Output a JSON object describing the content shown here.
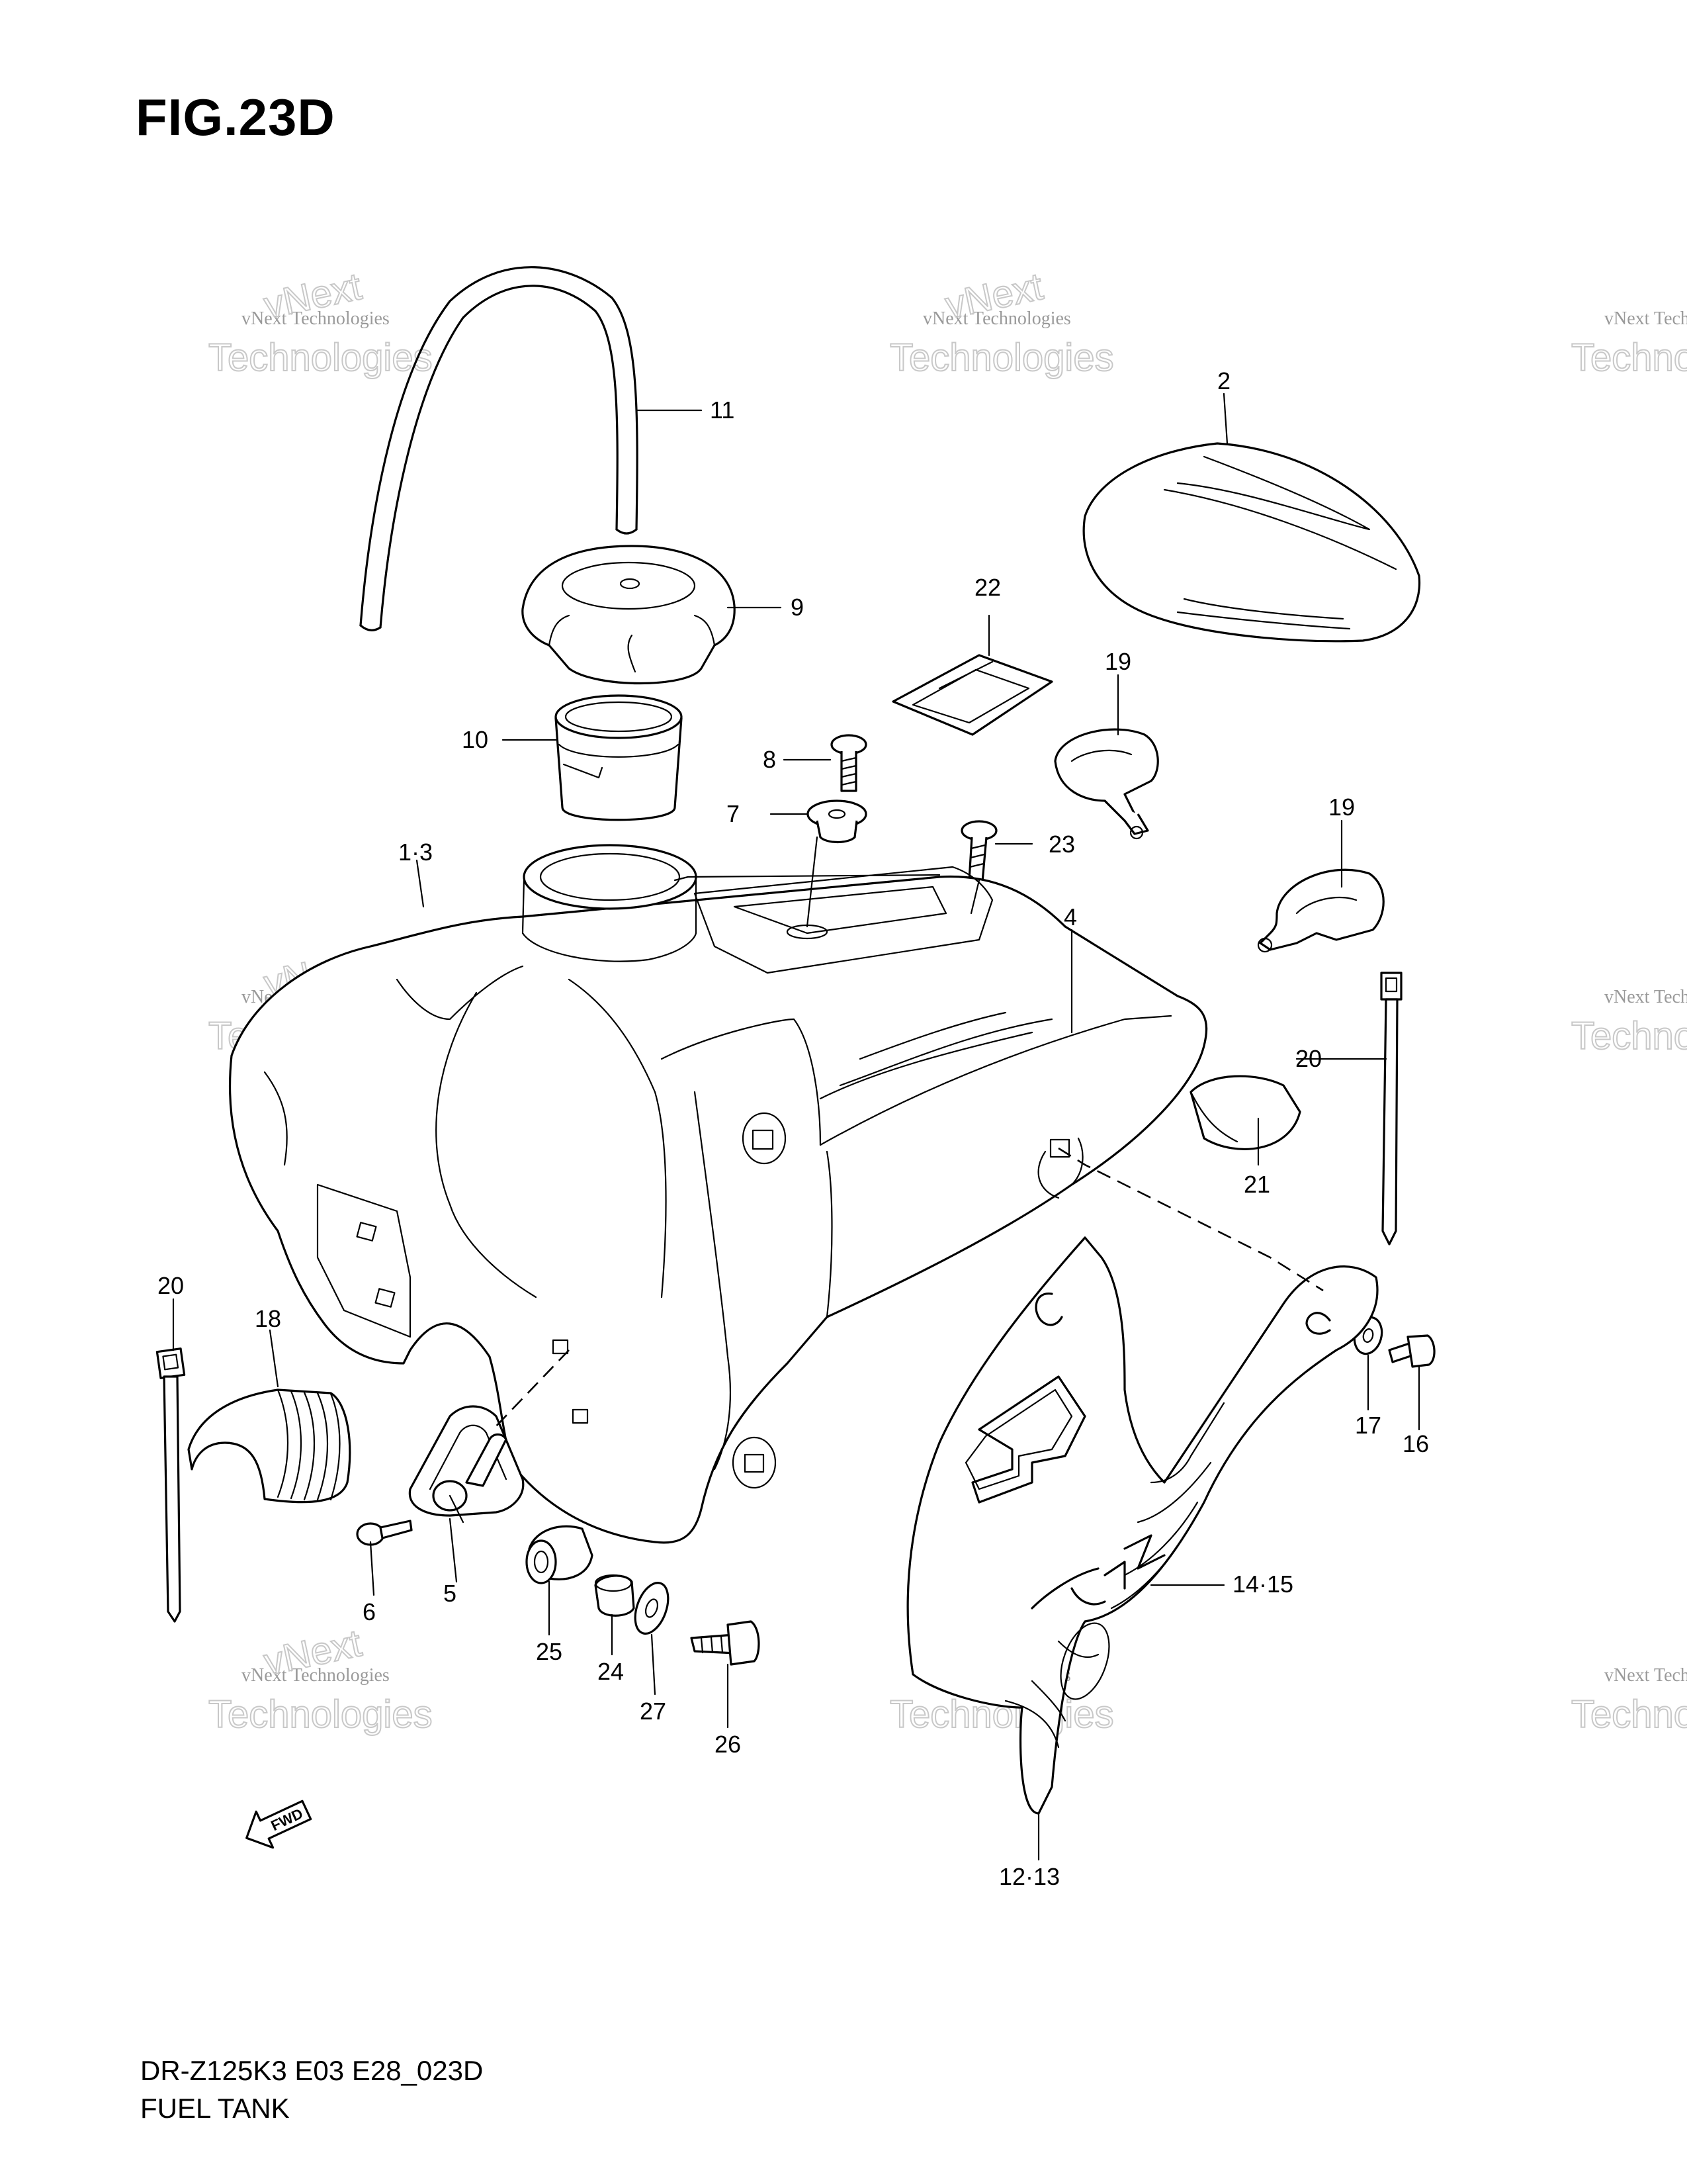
{
  "figure": {
    "title": "FIG.23D",
    "code": "DR-Z125K3 E03 E28_023D",
    "name": "FUEL TANK"
  },
  "watermark": {
    "line1": "vNext Technologies",
    "line2": "Technologies",
    "line3": "vNext"
  },
  "callouts": {
    "c1_3": "1·3",
    "c2": "2",
    "c4": "4",
    "c5": "5",
    "c6": "6",
    "c7": "7",
    "c8": "8",
    "c9": "9",
    "c10": "10",
    "c11": "11",
    "c12_13": "12·13",
    "c14_15": "14·15",
    "c16": "16",
    "c17": "17",
    "c18": "18",
    "c19a": "19",
    "c19b": "19",
    "c20a": "20",
    "c20b": "20",
    "c21": "21",
    "c22": "22",
    "c23": "23",
    "c24": "24",
    "c25": "25",
    "c26": "26",
    "c27": "27"
  },
  "fwd_label": "FWD",
  "icons": [
    "fwd-arrow-icon"
  ]
}
